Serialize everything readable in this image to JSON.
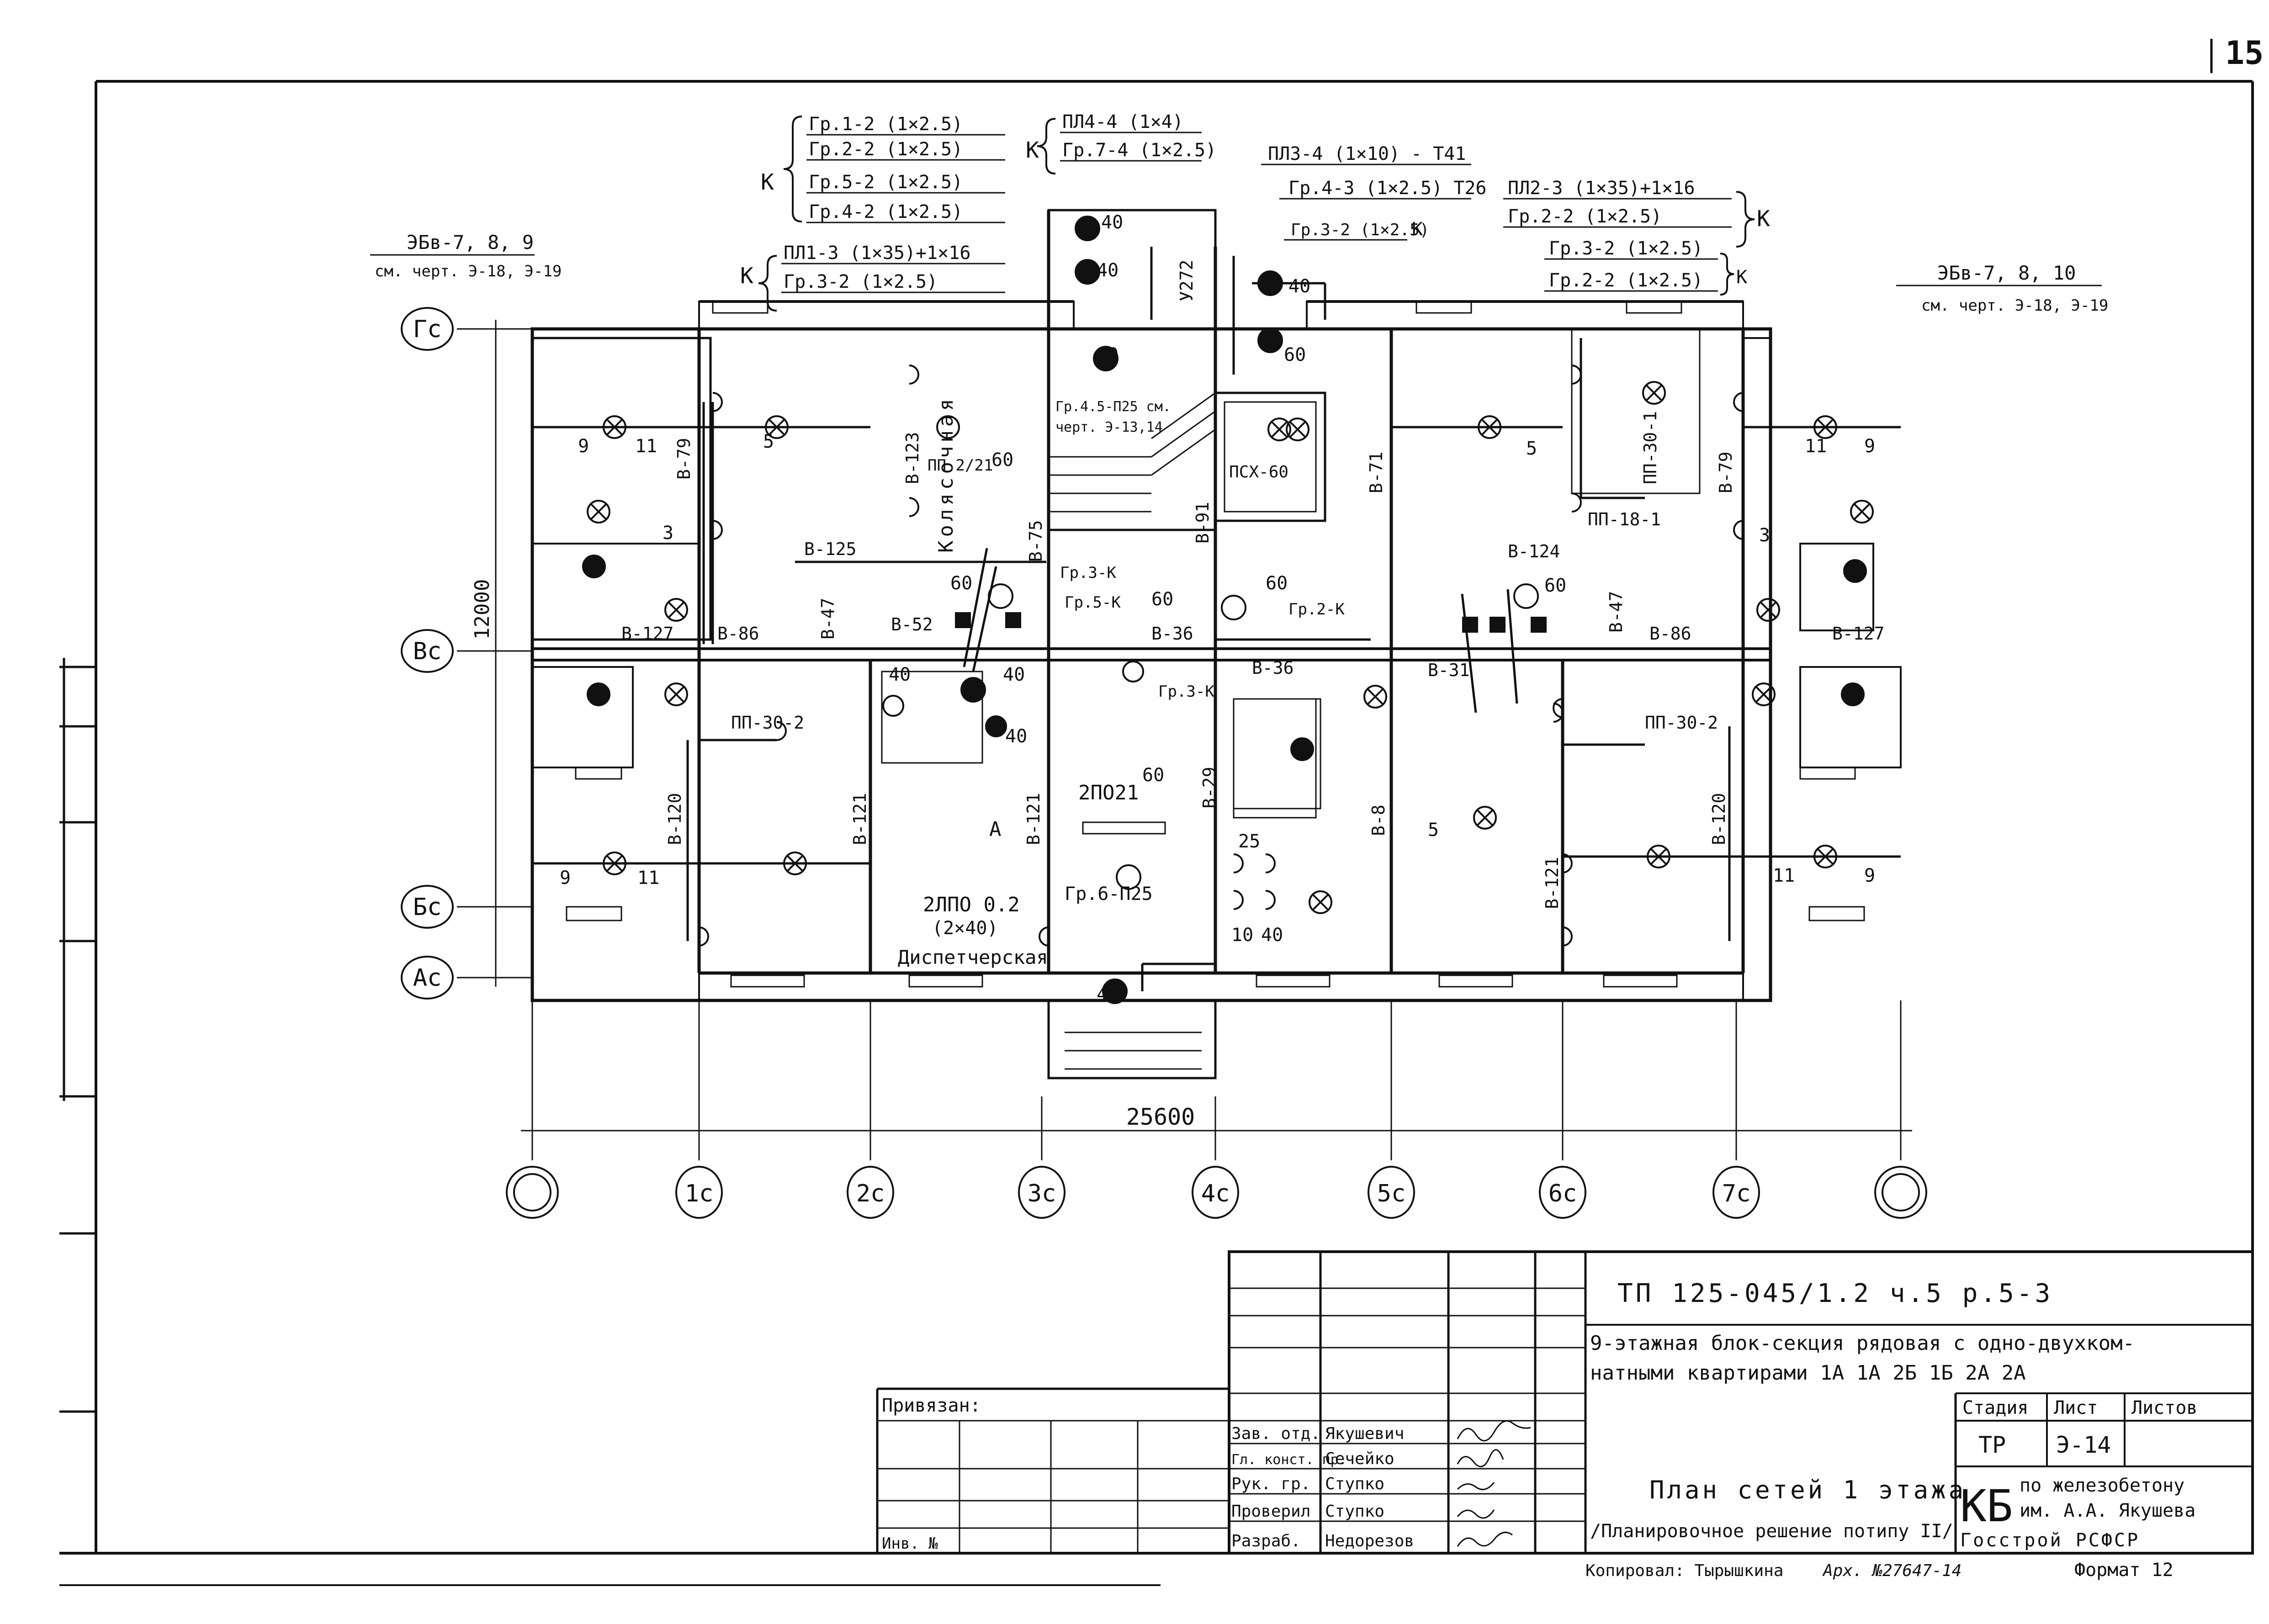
{
  "sheet": {
    "page_number": "15",
    "stamp_left": "Привязан:",
    "inv_label": "Инв. №",
    "copied_by": "Копировал: Тырышкина",
    "archive_no": "Арх. №27647-14",
    "format": "Формат 12"
  },
  "title_block": {
    "project_code": "ТП 125-045/1.2 ч.5 р.5-3",
    "description_line1": "9-этажная блок-секция рядовая с одно-двухком-",
    "description_line2": "натными квартирами 1А 1А 2Б 1Б 2А 2А",
    "sheet_title": "План сетей 1 этажа",
    "sheet_subtitle": "/Планировочное решение потипу II/",
    "headers": [
      "Стадия",
      "Лист",
      "Листов"
    ],
    "stage": "ТР",
    "sheet_no": "Э-14",
    "sheets_total": "",
    "org_logo": "КБ",
    "org_line1": "по железобетону",
    "org_line2": "им. А.А. Якушева",
    "org_line3": "Госстрой РСФСР",
    "signatures": [
      {
        "role": "Зав. отд.",
        "name": "Якушевич"
      },
      {
        "role": "Гл. конст. пр.",
        "name": "Сечейко"
      },
      {
        "role": "Рук. гр.",
        "name": "Ступко"
      },
      {
        "role": "Проверил",
        "name": "Ступко"
      },
      {
        "role": "Разраб.",
        "name": "Недорезов"
      }
    ]
  },
  "axes": {
    "rows": [
      "Гс",
      "Вс",
      "Бс",
      "Ас"
    ],
    "cols": [
      "",
      "1с",
      "2с",
      "3с",
      "4с",
      "5с",
      "6с",
      "7с",
      ""
    ],
    "dimension_total": "25600",
    "dimension_height": "12000"
  },
  "callouts": {
    "left_top": [
      "Гр.1-2 (1×2.5)",
      "Гр.2-2 (1×2.5)",
      "Гр.5-2 (1×2.5)",
      "Гр.4-2 (1×2.5)"
    ],
    "left_mid": [
      "ПЛ1-3 (1×35)+1×16",
      "Гр.3-2 (1×2.5)"
    ],
    "center_top": [
      "ПЛ4-4 (1×4)",
      "Гр.7-4 (1×2.5)"
    ],
    "center_right": [
      "ПЛ3-4 (1×10) - Т41",
      "Гр.4-3 (1×2.5) Т26",
      "Гр.3-2 (1×2.5)"
    ],
    "right_top": [
      "ПЛ2-3 (1×35)+1×16",
      "Гр.2-2 (1×2.5)"
    ],
    "right_mid": [
      "Гр.3-2 (1×2.5)",
      "Гр.2-2 (1×2.5)"
    ],
    "bracket_letter": "К",
    "ref_left_1": "ЭБв-7, 8, 9",
    "ref_left_2": "см. черт. Э-18, Э-19",
    "ref_right_1": "ЭБв-7, 8, 10",
    "ref_right_2": "см. черт. Э-18, Э-19"
  },
  "plan_labels": [
    "В-79",
    "В-123",
    "В-125",
    "В-127",
    "В-86",
    "В-47",
    "В-52",
    "В-75",
    "В-120",
    "В-121",
    "В-121",
    "ПП-30-2",
    "Колясочная",
    "ПП 2/21",
    "Гр.3-К",
    "Гр.5-К",
    "В-36",
    "В-36",
    "Гр.3-К",
    "2ПО21",
    "В-29",
    "Гр.6-П25",
    "2ЛПО 0.2",
    "(2×40)",
    "Диспетчерская",
    "А",
    "Гр.4.5-П25 см.",
    "черт. Э-13,14",
    "ПСХ-60",
    "В-91",
    "Гр.2-К",
    "В-71",
    "В-124",
    "ПП-30-1",
    "ПП-18-1",
    "В-79",
    "В-47",
    "В-86",
    "В-127",
    "В-31",
    "В-8",
    "ПП-30-2",
    "В-121",
    "В-120",
    "У272"
  ],
  "lamp_numbers": [
    "40",
    "40",
    "40",
    "60",
    "60",
    "60",
    "60",
    "60",
    "40",
    "40",
    "40",
    "40",
    "60",
    "25",
    "10",
    "40",
    "40",
    "60"
  ],
  "group_numbers": [
    "9",
    "11",
    "5",
    "3",
    "11",
    "9",
    "5",
    "3",
    "9",
    "11",
    "5",
    "11",
    "9"
  ],
  "colors": {
    "ink": "#111111",
    "paper": "#ffffff"
  }
}
